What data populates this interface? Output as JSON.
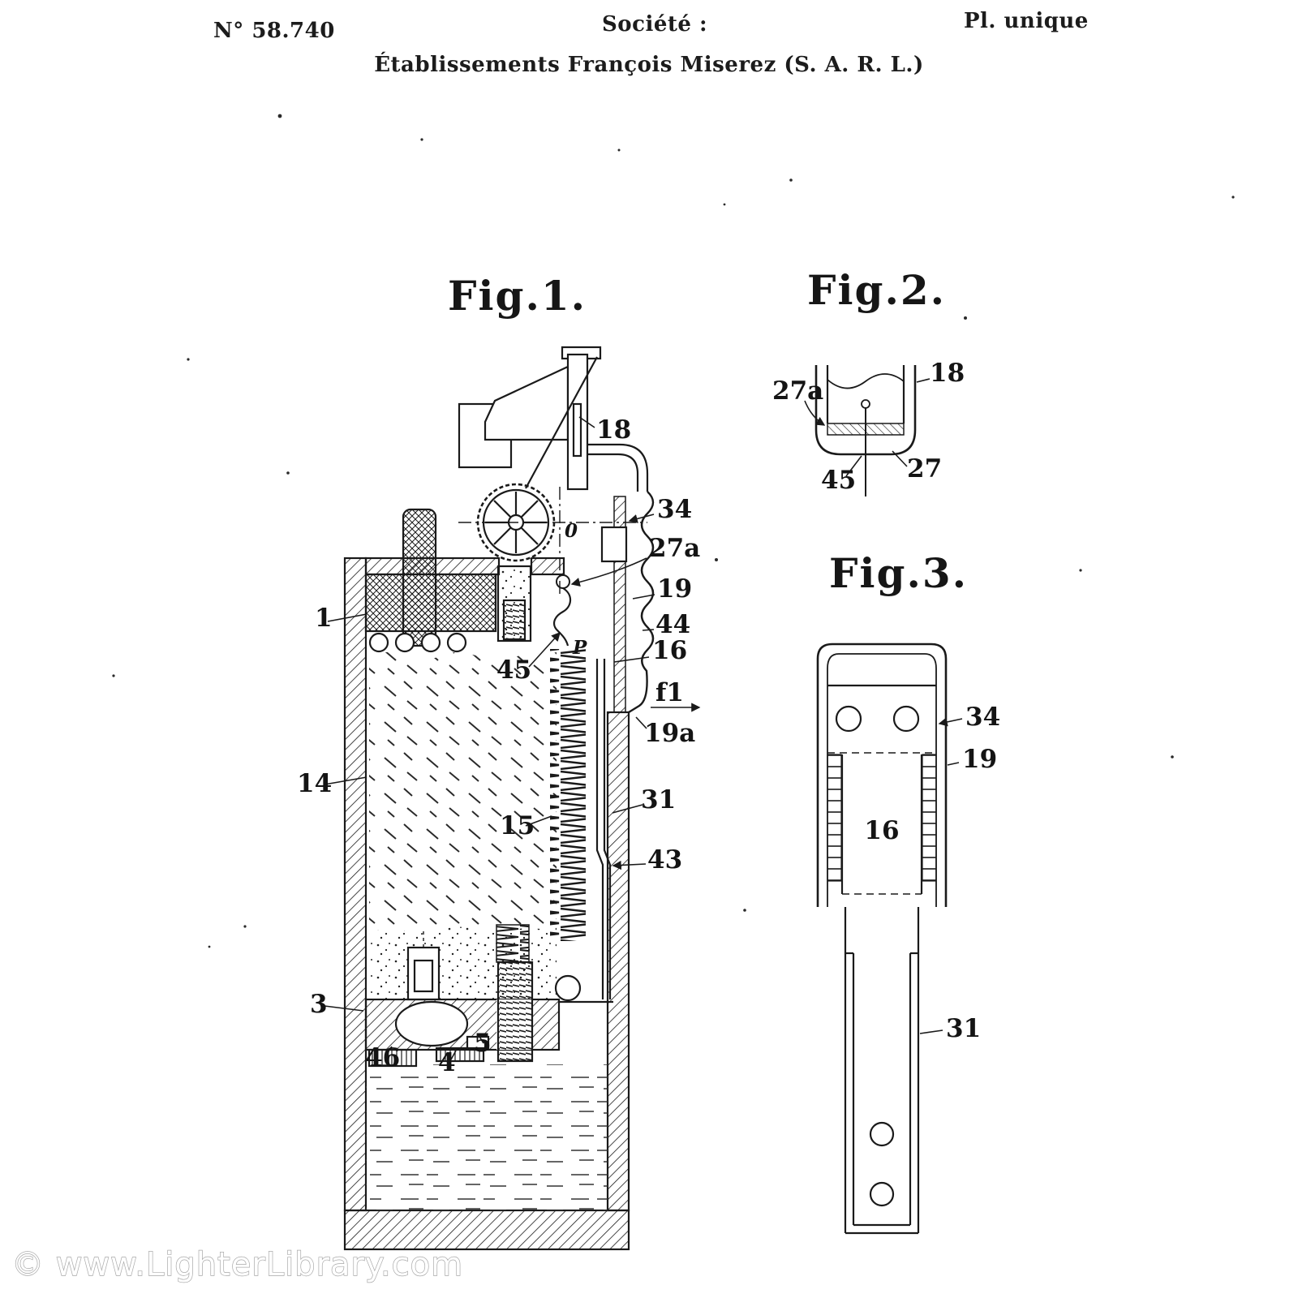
{
  "header": {
    "patent_number": "N° 58.740",
    "company_label": "Société :",
    "company_name": "Établissements François Miserez (S. A. R. L.)",
    "plate_label": "Pl. unique"
  },
  "figures": {
    "fig1": {
      "title": "Fig.1.",
      "labels": {
        "n18": "18",
        "n34": "34",
        "n27a": "27a",
        "n19": "19",
        "n44": "44",
        "n16": "16",
        "f1": "f1",
        "n19a": "19a",
        "n31": "31",
        "n43": "43",
        "n1": "1",
        "n45": "45",
        "n14": "14",
        "n15": "15",
        "n3": "3",
        "n46": "46",
        "n4": "4",
        "n5": "5",
        "n0": "0",
        "P": "P"
      }
    },
    "fig2": {
      "title": "Fig.2.",
      "labels": {
        "n27a": "27a",
        "n18": "18",
        "n45": "45",
        "n27": "27"
      }
    },
    "fig3": {
      "title": "Fig.3.",
      "labels": {
        "n34": "34",
        "n19": "19",
        "n16": "16",
        "n31": "31"
      }
    }
  },
  "watermark": "© www.LighterLibrary.com",
  "colors": {
    "ink": "#1a1a1a",
    "paper": "#ffffff",
    "watermark_outline": "#a8a8a8"
  }
}
